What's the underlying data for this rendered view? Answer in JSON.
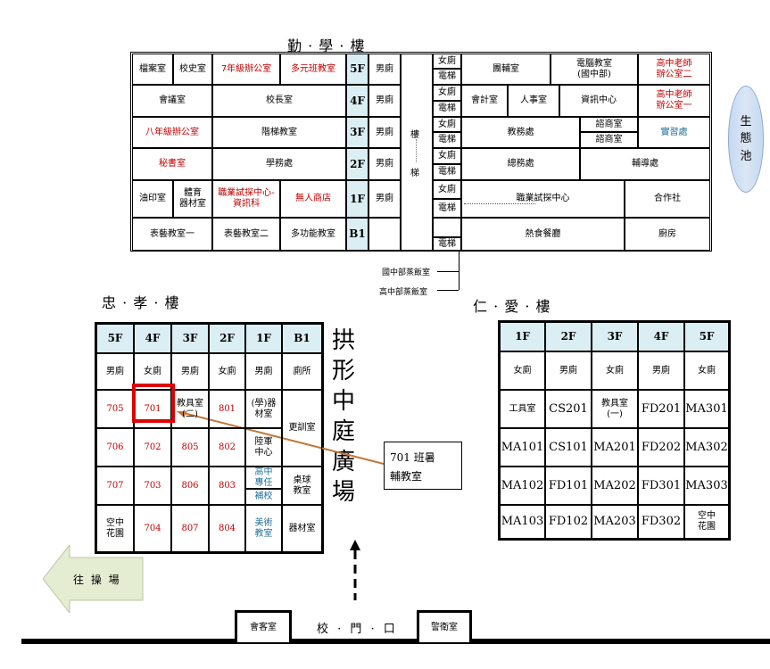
{
  "qinxue": {
    "title": "勤 · 學 · 樓",
    "row5": {
      "archive": "檔案室",
      "history": "校史室",
      "office7": "7年級辦公室",
      "diverse": "多元班教室",
      "floor": "5F",
      "mens": "男廁",
      "womens": "女廁",
      "elevator": "電梯",
      "counsel": "團輔室",
      "computer": "電腦教室\n(國中部)",
      "teacher2": "高中老師\n辦公室二"
    },
    "row4": {
      "meeting": "會議室",
      "principal": "校長室",
      "floor": "4F",
      "mens": "男廁",
      "womens": "女廁",
      "elevator": "電梯",
      "accounting": "會計室",
      "personnel": "人事室",
      "info": "資訊中心",
      "teacher1": "高中老師\n辦公室一"
    },
    "row3": {
      "office8": "八年級辦公室",
      "tiered": "階梯教室",
      "floor": "3F",
      "mens": "男廁",
      "womens": "女廁",
      "elevator": "電梯",
      "academic": "教務處",
      "consult1": "諮商室",
      "consult2": "諮商室",
      "practice": "實習處"
    },
    "row2": {
      "secretary": "秘書室",
      "student": "學務處",
      "floor": "2F",
      "mens": "男廁",
      "womens": "女廁",
      "elevator": "電梯",
      "general": "總務處",
      "guidance": "輔導處"
    },
    "row1": {
      "print": "油印室",
      "sports": "體育\n器材室",
      "career": "職業試探中心-\n資訊科",
      "store": "無人商店",
      "floor": "1F",
      "mens": "男廁",
      "womens": "女廁",
      "elevator": "電梯",
      "career_center": "職業試探中心",
      "coop": "合作社"
    },
    "rowb": {
      "art1": "表藝教室一",
      "art2": "表藝教室二",
      "multi": "多功能教室",
      "floor": "B1",
      "elevator": "電梯",
      "cafeteria": "熱食餐廳",
      "kitchen": "廚房"
    },
    "stairs1": "樓",
    "stairs2": "梯",
    "junior_rack": "國中部蒸飯室",
    "senior_rack": "高中部蒸飯室"
  },
  "ecology": {
    "label": "生\n態\n池"
  },
  "zhongxiao": {
    "title": "忠 · 孝 · 樓",
    "headers": [
      "5F",
      "4F",
      "3F",
      "2F",
      "1F",
      "B1"
    ],
    "toilets": [
      "男廁",
      "女廁",
      "男廁",
      "女廁",
      "男廁",
      "廁所"
    ],
    "r1": [
      "705",
      "701",
      "教具室\n(二)",
      "801",
      "(學)器\n材室",
      "更訓室"
    ],
    "r2": [
      "706",
      "702",
      "805",
      "802",
      "陸軍\n中心"
    ],
    "r3": [
      "707",
      "703",
      "806",
      "803",
      "高中\n專任",
      "補校",
      "桌球\n教室"
    ],
    "r4": [
      "空中\n花園",
      "704",
      "807",
      "804",
      "美術\n教室",
      "器材室"
    ]
  },
  "plaza": {
    "label": "拱形中庭廣場"
  },
  "callout": {
    "label": "701 班暑\n輔教室"
  },
  "renai": {
    "title": "仁 · 愛 · 樓",
    "headers": [
      "1F",
      "2F",
      "3F",
      "4F",
      "5F"
    ],
    "toilets": [
      "女廁",
      "男廁",
      "女廁",
      "男廁",
      "女廁"
    ],
    "r1": [
      "工具室",
      "CS201",
      "教具室\n(一)",
      "FD201",
      "MA301"
    ],
    "r2": [
      "MA101",
      "CS101",
      "MA201",
      "FD202",
      "MA302"
    ],
    "r3": [
      "MA102",
      "FD101",
      "MA202",
      "FD301",
      "MA303"
    ],
    "r4": [
      "MA103",
      "FD102",
      "MA203",
      "FD302",
      "空中\n花園"
    ]
  },
  "playground": {
    "label": "往 操 場"
  },
  "gate": {
    "reception": "會客室",
    "gate_label": "校 · 門 · 口",
    "guard": "警衛室"
  },
  "colors": {
    "red": "#c00000",
    "blue": "#1f6f9a",
    "header_bg": "#dbeef3",
    "highlight": "#e00000",
    "arrow": "#c0783a"
  }
}
